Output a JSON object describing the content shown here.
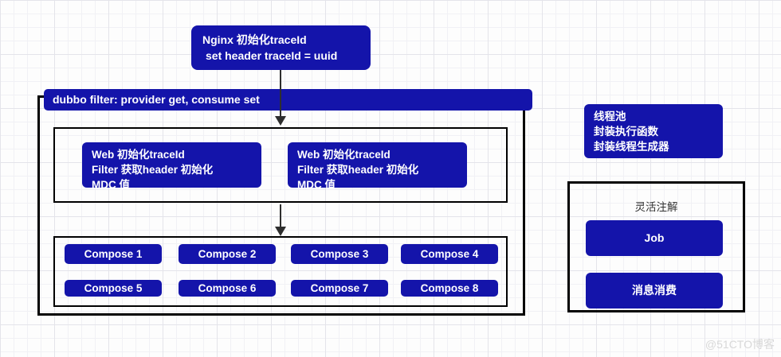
{
  "nginx": {
    "line1": "Nginx 初始化traceId",
    "line2": "set header traceId = uuid"
  },
  "dubbo": {
    "label": "dubbo filter: provider get, consume set"
  },
  "web": {
    "boxes": [
      {
        "line1": "Web 初始化traceId",
        "line2": "Filter 获取header 初始化",
        "line3": "MDC 值"
      },
      {
        "line1": "Web 初始化traceId",
        "line2": "Filter 获取header 初始化",
        "line3": "MDC 值"
      }
    ]
  },
  "compose": {
    "items": [
      "Compose 1",
      "Compose 2",
      "Compose 3",
      "Compose 4",
      "Compose 5",
      "Compose 6",
      "Compose 7",
      "Compose 8"
    ]
  },
  "threadpool": {
    "line1": "线程池",
    "line2": "封装执行函数",
    "line3": "封装线程生成器"
  },
  "annotation": {
    "title": "灵活注解",
    "job": "Job",
    "consume": "消息消费"
  },
  "watermark": "@51CTO博客",
  "colors": {
    "node_blue": "#1414aa",
    "outline_black": "#000000",
    "arrow_dark": "#2e2e2e",
    "text_white": "#ffffff",
    "grid_line": "#e4e4ea",
    "watermark_gray": "#d8d8d8"
  }
}
